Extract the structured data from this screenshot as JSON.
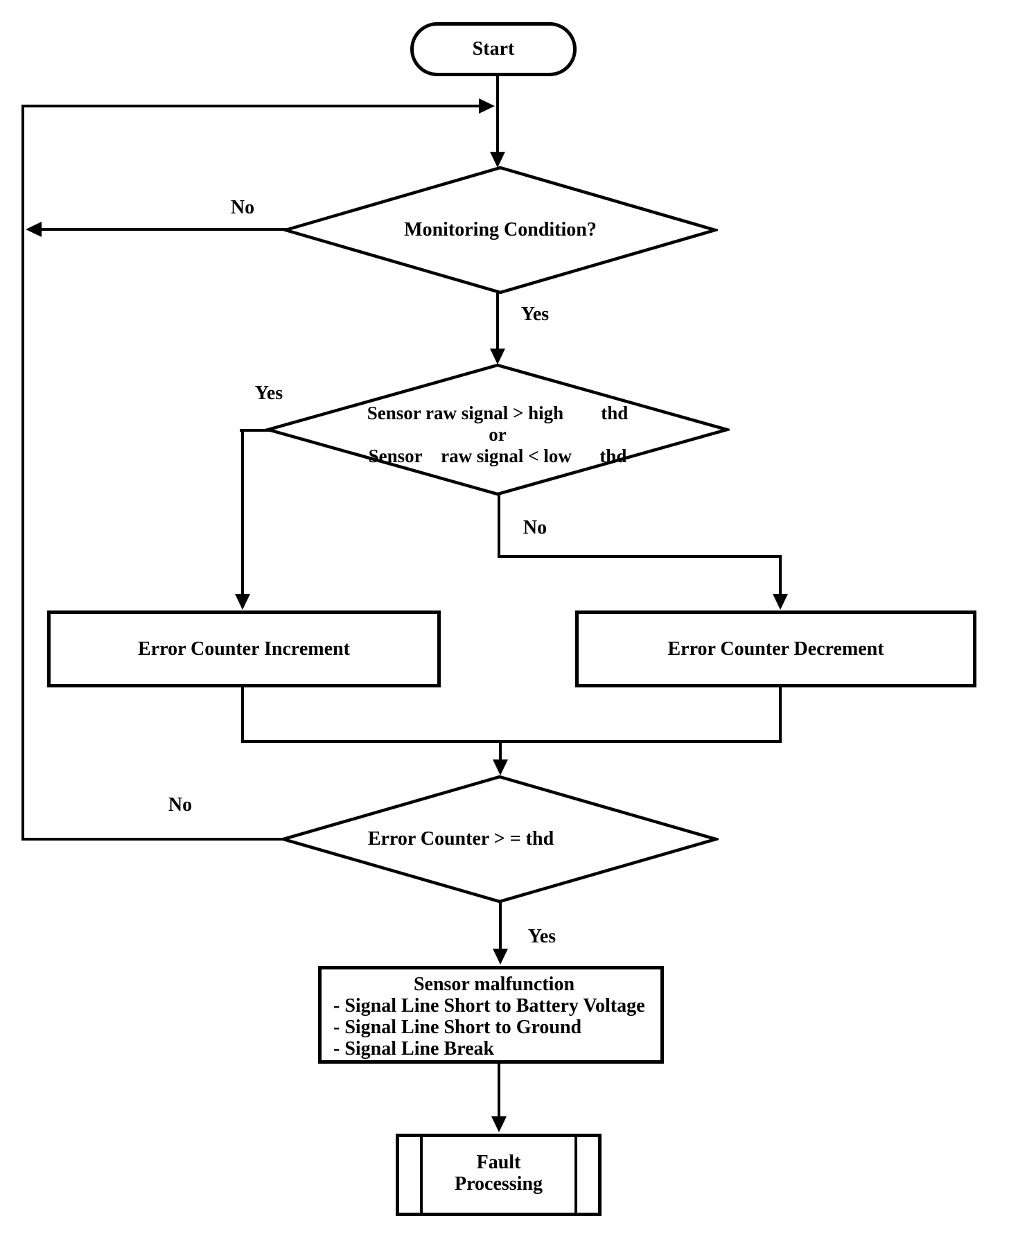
{
  "nodes": {
    "start": {
      "label": "Start"
    },
    "monitoring_decision": {
      "label": "Monitoring Condition?"
    },
    "signal_decision": {
      "rows": [
        "Sensor raw signal > high        thd",
        "or",
        "Sensor    raw signal < low      thd"
      ]
    },
    "error_counter_increment": {
      "label": "Error Counter Increment"
    },
    "error_counter_decrement": {
      "label": "Error Counter Decrement"
    },
    "counter_decision": {
      "label": "Error Counter > = thd"
    },
    "sensor_malfunction": {
      "title": "Sensor malfunction",
      "items": [
        "- Signal Line Short to Battery Voltage",
        "- Signal Line Short to Ground",
        "- Signal Line Break"
      ]
    },
    "fault_processing": {
      "lines": [
        "Fault",
        "Processing"
      ]
    }
  },
  "edge_labels": {
    "monitoring_no": "No",
    "monitoring_yes": "Yes",
    "signal_yes": "Yes",
    "signal_no": "No",
    "counter_no": "No",
    "counter_yes": "Yes"
  },
  "colors": {
    "line": "#000000",
    "background": "#ffffff"
  }
}
